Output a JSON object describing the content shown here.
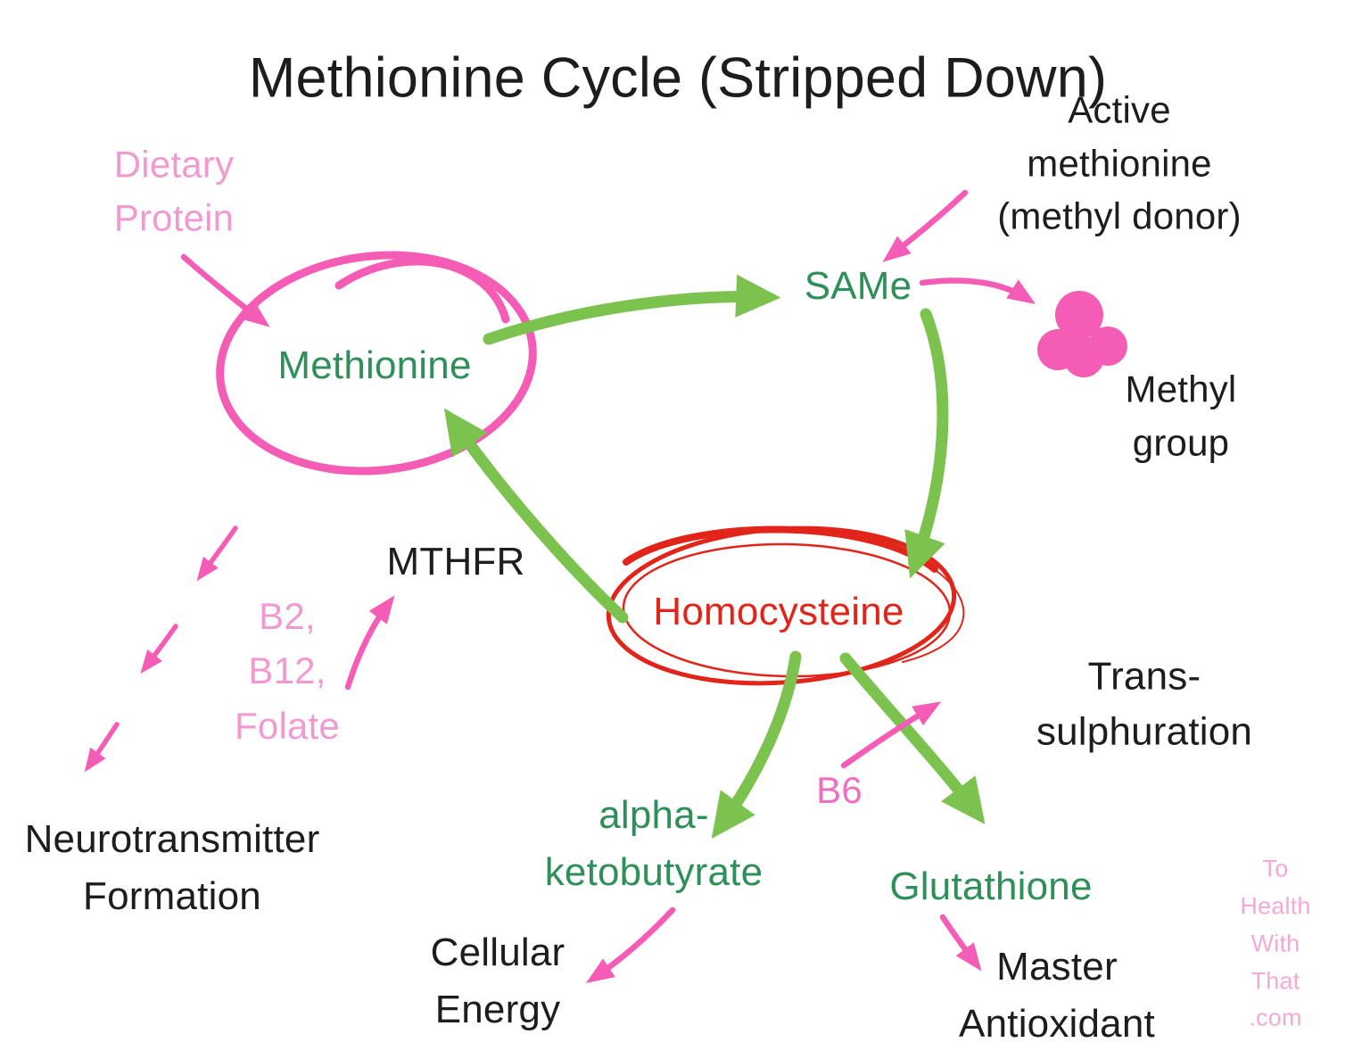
{
  "title": "Methionine Cycle (Stripped Down)",
  "labels": {
    "dietary_protein": "Dietary\nProtein",
    "methionine": "Methionine",
    "same": "SAMe",
    "active_methionine": "Active methionine\n(methyl donor)",
    "methyl_group": "Methyl group",
    "homocysteine": "Homocysteine",
    "mthfr": "MTHFR",
    "b_vitamins": "B2,\nB12,\nFolate",
    "neurotransmitter_formation": "Neurotransmitter\nFormation",
    "alpha_ketobutyrate": "alpha-\nketobutyrate",
    "cellular_energy": "Cellular\nEnergy",
    "trans_sulphuration": "Trans-sulphuration",
    "b6": "B6",
    "glutathione": "Glutathione",
    "master_antioxidant": "Master\nAntioxidant",
    "watermark": "To\nHealth\nWith\nThat\n.com"
  },
  "icons": {
    "methyl_group_blob": "pink-cloud-blob",
    "methionine_circle": "pink-hand-drawn-ellipse",
    "homocysteine_circle": "red-hand-drawn-ellipse"
  },
  "colors": {
    "pink_arrow": "#f45cb5",
    "pink_text_light": "#f19ad2",
    "pink_text": "#ee6fc0",
    "green_arrow": "#7cc24e",
    "green_text": "#2f8f58",
    "red": "#e1251a",
    "text_black": "#1d1d1d",
    "background": "#ffffff"
  }
}
